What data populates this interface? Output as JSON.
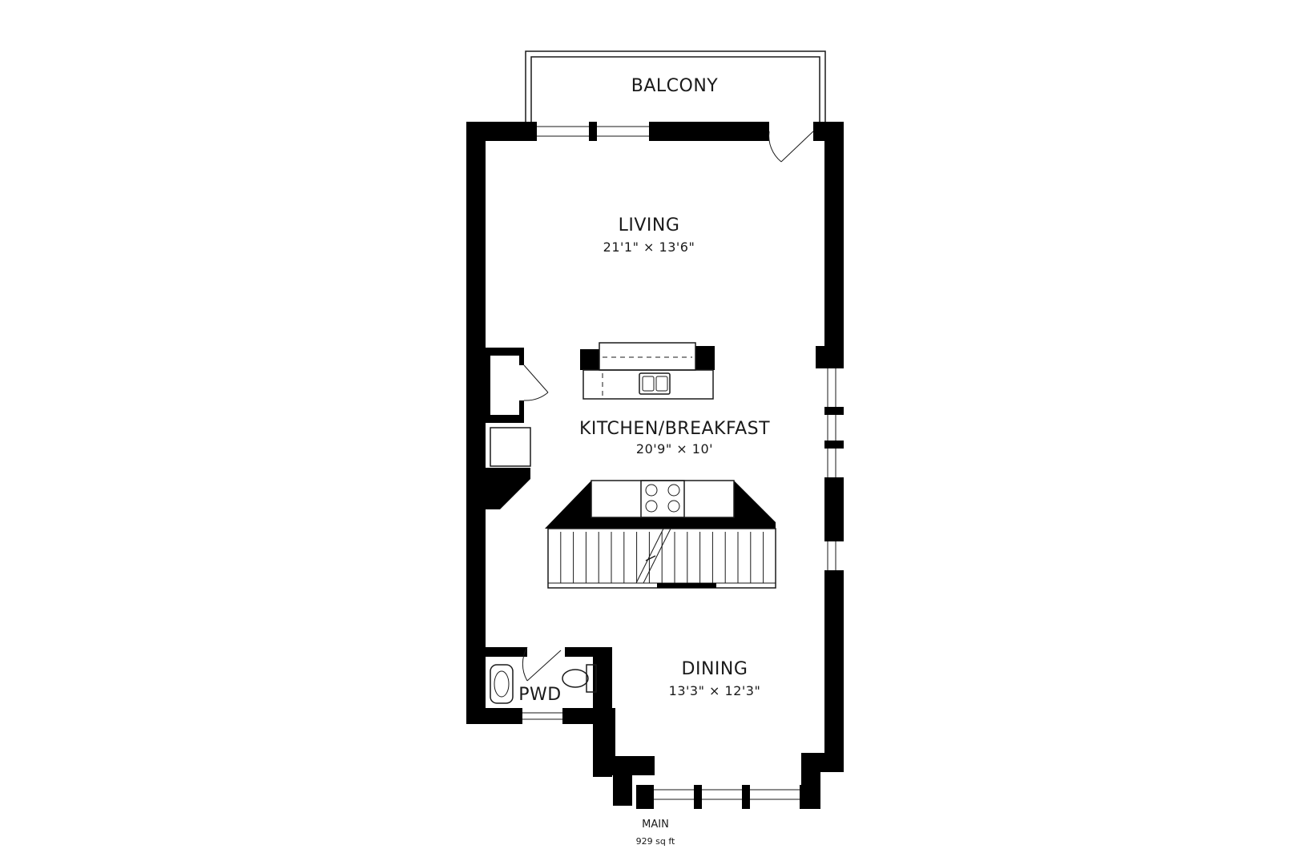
{
  "rooms": {
    "balcony": {
      "label": "BALCONY"
    },
    "living": {
      "label": "LIVING",
      "dims": "21'1\" × 13'6\""
    },
    "kitchen": {
      "label": "KITCHEN/BREAKFAST",
      "dims": "20'9\" × 10'"
    },
    "dining": {
      "label": "DINING",
      "dims": "13'3\" × 12'3\""
    },
    "powder": {
      "label": "PWD"
    }
  },
  "floor": {
    "name": "MAIN",
    "area": "929 sq ft"
  },
  "colors": {
    "wall": "#000000",
    "line": "#1a1a1a",
    "background": "#ffffff"
  }
}
